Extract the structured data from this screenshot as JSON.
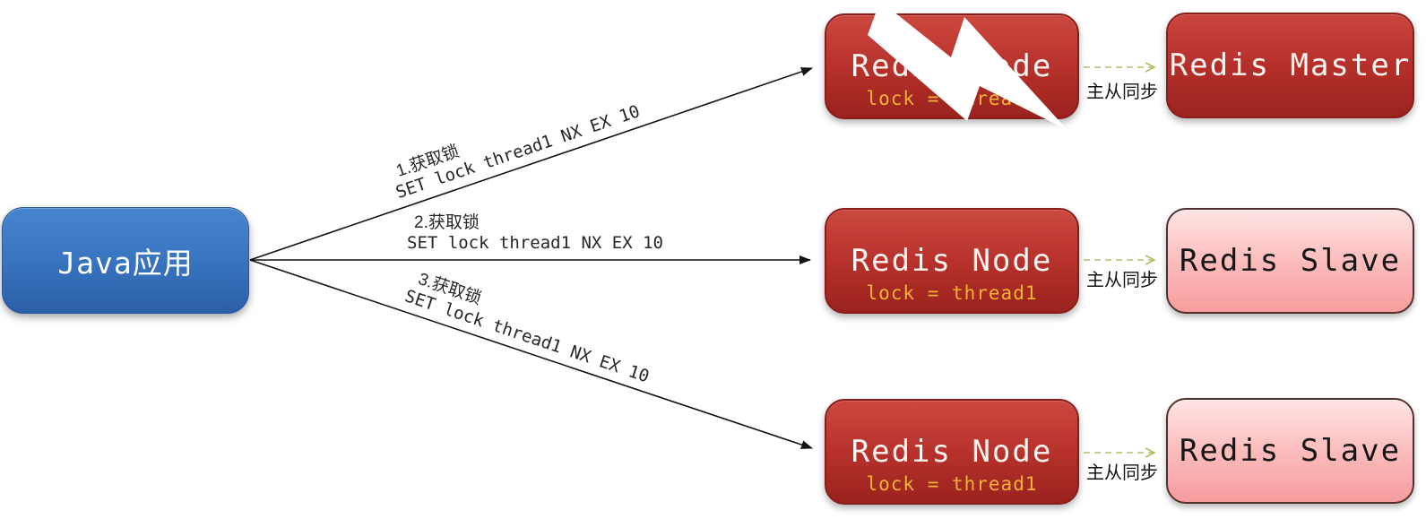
{
  "diagram": {
    "java_app": {
      "label": "Java应用"
    },
    "request_arrows": [
      {
        "step": "1.获取锁",
        "command": "SET lock thread1 NX EX 10"
      },
      {
        "step": "2.获取锁",
        "command": "SET lock thread1 NX EX 10"
      },
      {
        "step": "3.获取锁",
        "command": "SET lock thread1 NX EX 10"
      }
    ],
    "redis_nodes": [
      {
        "title": "Redis Node",
        "lock_value": "lock = thread1",
        "crashed": true
      },
      {
        "title": "Redis Node",
        "lock_value": "lock = thread1",
        "crashed": false
      },
      {
        "title": "Redis Node",
        "lock_value": "lock = thread1",
        "crashed": false
      }
    ],
    "replicas": [
      {
        "title": "Redis Master",
        "role": "master",
        "sync_label": "主从同步"
      },
      {
        "title": "Redis Slave",
        "role": "slave",
        "sync_label": "主从同步"
      },
      {
        "title": "Redis Slave",
        "role": "slave",
        "sync_label": "主从同步"
      }
    ],
    "colors": {
      "java_blue": "#3a76c2",
      "redis_red": "#b5302a",
      "slave_pink": "#f9a8a8",
      "lock_text_yellow": "#f2b236",
      "sync_arrow_olive": "#b5bb66",
      "arrow_black": "#141414"
    }
  }
}
